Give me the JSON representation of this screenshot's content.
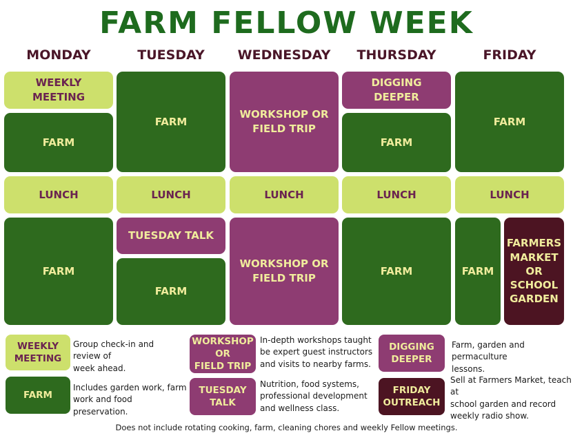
{
  "title": "FARM FELLOW WEEK",
  "days": [
    "MONDAY",
    "TUESDAY",
    "WEDNESDAY",
    "THURSDAY",
    "FRIDAY"
  ],
  "blocks": {
    "monday_meeting": "WEEKLY\nMEETING",
    "monday_farm_am": "FARM",
    "tuesday_farm_am": "FARM",
    "wednesday_workshop_am": "WORKSHOP OR\nFIELD TRIP",
    "thursday_digging": "DIGGING\nDEEPER",
    "thursday_farm_am": "FARM",
    "friday_farm_am": "FARM",
    "lunch": "LUNCH",
    "monday_farm_pm": "FARM",
    "tuesday_talk": "TUESDAY TALK",
    "tuesday_farm_pm": "FARM",
    "wednesday_workshop_pm": "WORKSHOP OR\nFIELD TRIP",
    "thursday_farm_pm": "FARM",
    "friday_farm_pm": "FARM",
    "friday_outreach": "FARMERS\nMARKET\nOR\nSCHOOL\nGARDEN"
  },
  "legend": {
    "weekly_meeting": {
      "label": "WEEKLY\nMEETING",
      "desc": "Group check-in and review of\nweek ahead."
    },
    "farm": {
      "label": "FARM",
      "desc": "Includes garden work, farm\nwork and food preservation."
    },
    "workshop": {
      "label": "WORKSHOP\nOR\nFIELD TRIP",
      "desc": "In-depth workshops taught\nbe expert guest instructors\nand visits to nearby farms."
    },
    "tuesday_talk": {
      "label": "TUESDAY\nTALK",
      "desc": "Nutrition, food systems,\nprofessional development\nand wellness class."
    },
    "digging_deeper": {
      "label": "DIGGING\nDEEPER",
      "desc": "Farm, garden and permaculture\nlessons."
    },
    "friday_outreach": {
      "label": "FRIDAY\nOUTREACH",
      "desc": "Sell at Farmers Market, teach at\nschool garden and record\nweekly radio show."
    }
  },
  "footnote": "Does not include rotating cooking, farm, cleaning chores and weekly Fellow meetings.",
  "colors": {
    "dark_green": "#2e6a1e",
    "light_green": "#cde06c",
    "purple": "#8e3c72",
    "dark_maroon": "#4c1422",
    "title_green": "#1e6b1e",
    "day_header": "#4a1628"
  }
}
